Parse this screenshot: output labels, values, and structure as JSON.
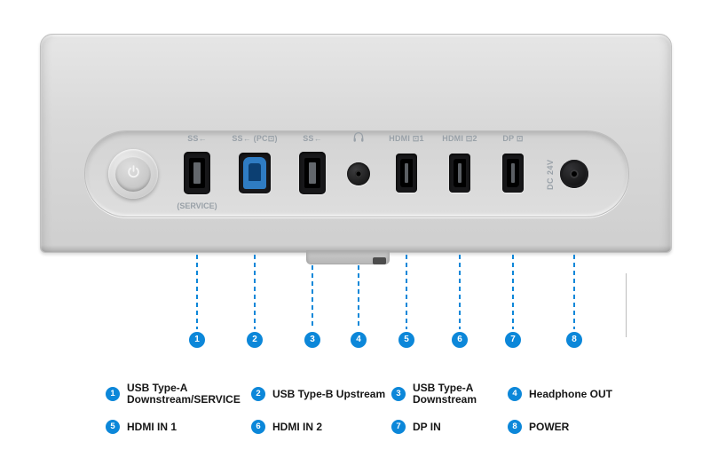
{
  "colors": {
    "accent": "#0c87d9",
    "panel_label": "#99a1a8",
    "usb_b_blue": "#2f7cc3"
  },
  "panel": {
    "power_button_icon": "power-icon",
    "ports": [
      {
        "num": 1,
        "kind": "usb-a",
        "label": "SS←",
        "sublabel": "(SERVICE)"
      },
      {
        "num": 2,
        "kind": "usb-b",
        "label": "SS← (PC⊡)"
      },
      {
        "num": 3,
        "kind": "usb-a",
        "label": "SS←"
      },
      {
        "num": 4,
        "kind": "audio-jack",
        "icon": "headphone-icon"
      },
      {
        "num": 5,
        "kind": "hdmi",
        "label": "HDMI ⊡1"
      },
      {
        "num": 6,
        "kind": "hdmi",
        "label": "HDMI ⊡2"
      },
      {
        "num": 7,
        "kind": "displayport",
        "label": "DP ⊡"
      },
      {
        "num": 8,
        "kind": "dc-power",
        "label": "DC 24V"
      }
    ]
  },
  "callouts": [
    "1",
    "2",
    "3",
    "4",
    "5",
    "6",
    "7",
    "8"
  ],
  "legend": [
    {
      "num": "1",
      "text": "USB Type-A\nDownstream/SERVICE"
    },
    {
      "num": "2",
      "text": "USB Type-B Upstream"
    },
    {
      "num": "3",
      "text": "USB Type-A\nDownstream"
    },
    {
      "num": "4",
      "text": "Headphone OUT"
    },
    {
      "num": "5",
      "text": "HDMI IN 1"
    },
    {
      "num": "6",
      "text": "HDMI IN 2"
    },
    {
      "num": "7",
      "text": "DP IN"
    },
    {
      "num": "8",
      "text": "POWER"
    }
  ]
}
